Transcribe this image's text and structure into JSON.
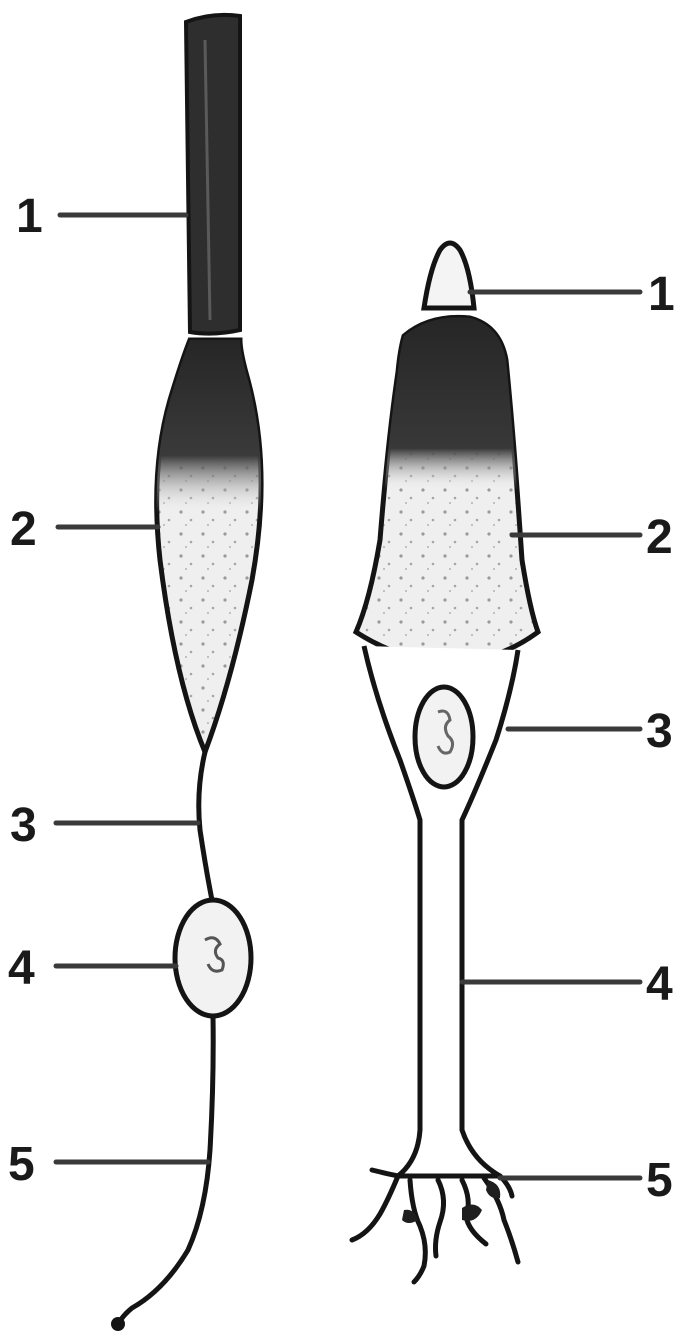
{
  "rod_cell": {
    "labels": [
      "1",
      "2",
      "3",
      "4",
      "5"
    ]
  },
  "cone_cell": {
    "labels": [
      "1",
      "2",
      "3",
      "4",
      "5"
    ]
  },
  "colors": {
    "ink": "#141414",
    "segment_dark": "#2b2b2b",
    "segment_fill": "#ececec"
  }
}
